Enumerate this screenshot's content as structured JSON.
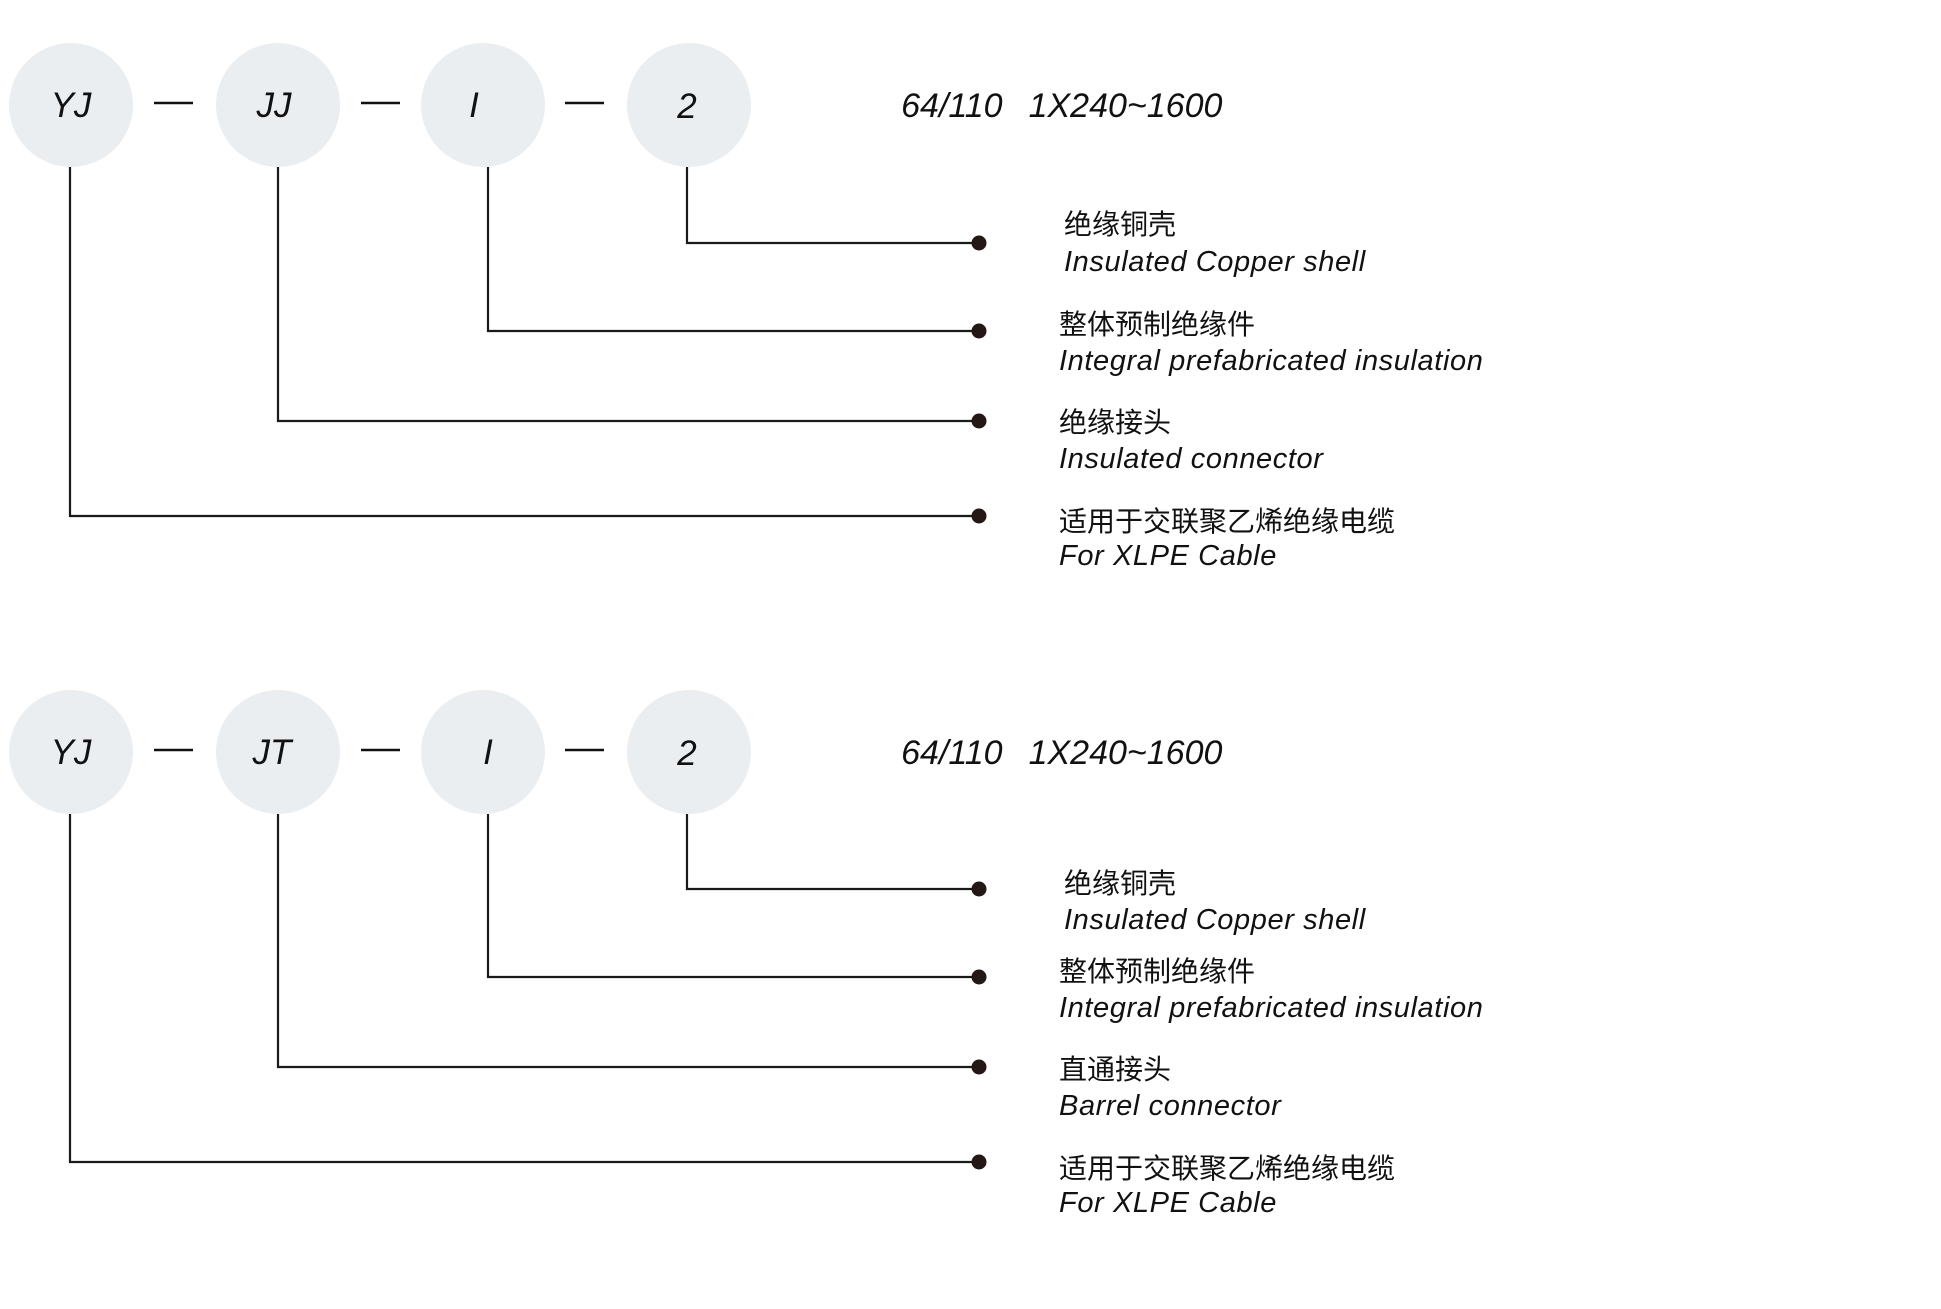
{
  "diagrams": [
    {
      "codes": [
        "YJ",
        "JJ",
        "I",
        "2"
      ],
      "separator": "—",
      "spec": {
        "voltage": "64/110",
        "section": "1X240~1600"
      },
      "labels": [
        {
          "code_index": 3,
          "cn": "绝缘铜壳",
          "en": "Insulated Copper shell"
        },
        {
          "code_index": 2,
          "cn": "整体预制绝缘件",
          "en": "Integral prefabricated insulation"
        },
        {
          "code_index": 1,
          "cn": "绝缘接头",
          "en": "Insulated connector"
        },
        {
          "code_index": 0,
          "cn": "适用于交联聚乙烯绝缘电缆",
          "en": "For XLPE Cable"
        }
      ]
    },
    {
      "codes": [
        "YJ",
        "JT",
        "I",
        "2"
      ],
      "separator": "—",
      "spec": {
        "voltage": "64/110",
        "section": "1X240~1600"
      },
      "labels": [
        {
          "code_index": 3,
          "cn": "绝缘铜壳",
          "en": "Insulated Copper shell"
        },
        {
          "code_index": 2,
          "cn": "整体预制绝缘件",
          "en": "Integral prefabricated insulation"
        },
        {
          "code_index": 1,
          "cn": "直通接头",
          "en": "Barrel connector"
        },
        {
          "code_index": 0,
          "cn": "适用于交联聚乙烯绝缘电缆",
          "en": "For XLPE Cable"
        }
      ]
    }
  ],
  "colors": {
    "circle_fill": "#ebeef1",
    "line": "#1a1a1a",
    "dot": "#231815",
    "text": "#111111"
  }
}
